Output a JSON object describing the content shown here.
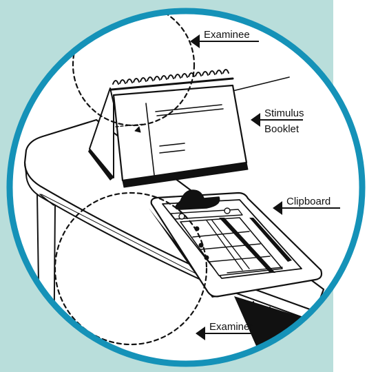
{
  "colors": {
    "panel_background": "#b9dedb",
    "ring": "#1592b8",
    "ink": "#111111",
    "paper": "#ffffff"
  },
  "labels": {
    "examinee": "Examinee",
    "stimulus_line1": "Stimulus",
    "stimulus_line2": "Booklet",
    "clipboard": "Clipboard",
    "examiner": "Examiner"
  },
  "icons": {
    "callout_arrow": "arrow-left-icon"
  }
}
